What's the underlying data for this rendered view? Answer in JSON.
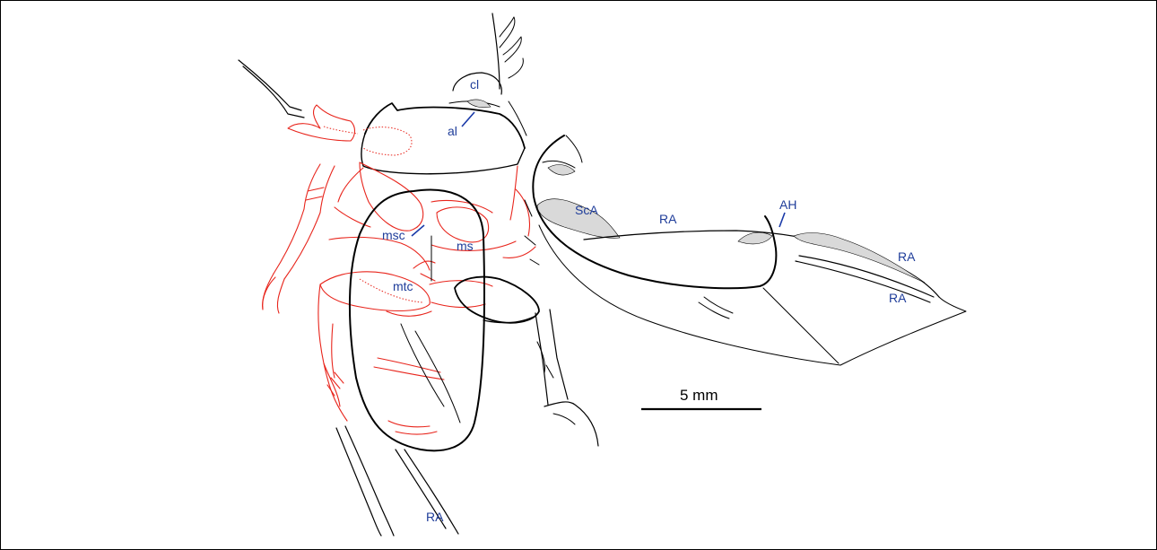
{
  "colors": {
    "label": "#1f3d9a",
    "leader": "#1a3aa8",
    "red": "#e8251c",
    "ink": "#000000"
  },
  "labels": {
    "cl": "cl",
    "al": "al",
    "msc": "msc",
    "ms": "ms",
    "mtc": "mtc",
    "scA": "ScA",
    "ra_wing": "RA",
    "ah": "AH",
    "ra_tip1": "RA",
    "ra_tip2": "RA",
    "ra_antenna": "RA"
  },
  "scale_bar": {
    "label": "5 mm"
  }
}
